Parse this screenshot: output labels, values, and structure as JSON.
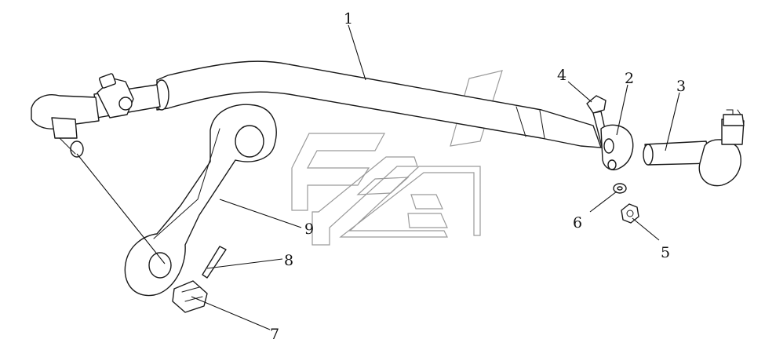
{
  "diagram": {
    "callouts": [
      {
        "id": "1",
        "label": "1"
      },
      {
        "id": "2",
        "label": "2"
      },
      {
        "id": "3",
        "label": "3"
      },
      {
        "id": "4",
        "label": "4"
      },
      {
        "id": "5",
        "label": "5"
      },
      {
        "id": "6",
        "label": "6"
      },
      {
        "id": "7",
        "label": "7"
      },
      {
        "id": "8",
        "label": "8"
      },
      {
        "id": "9",
        "label": "9"
      }
    ],
    "colors": {
      "line": "#1a1a1a",
      "watermark": "#9a9a9a",
      "background": "#ffffff"
    }
  }
}
